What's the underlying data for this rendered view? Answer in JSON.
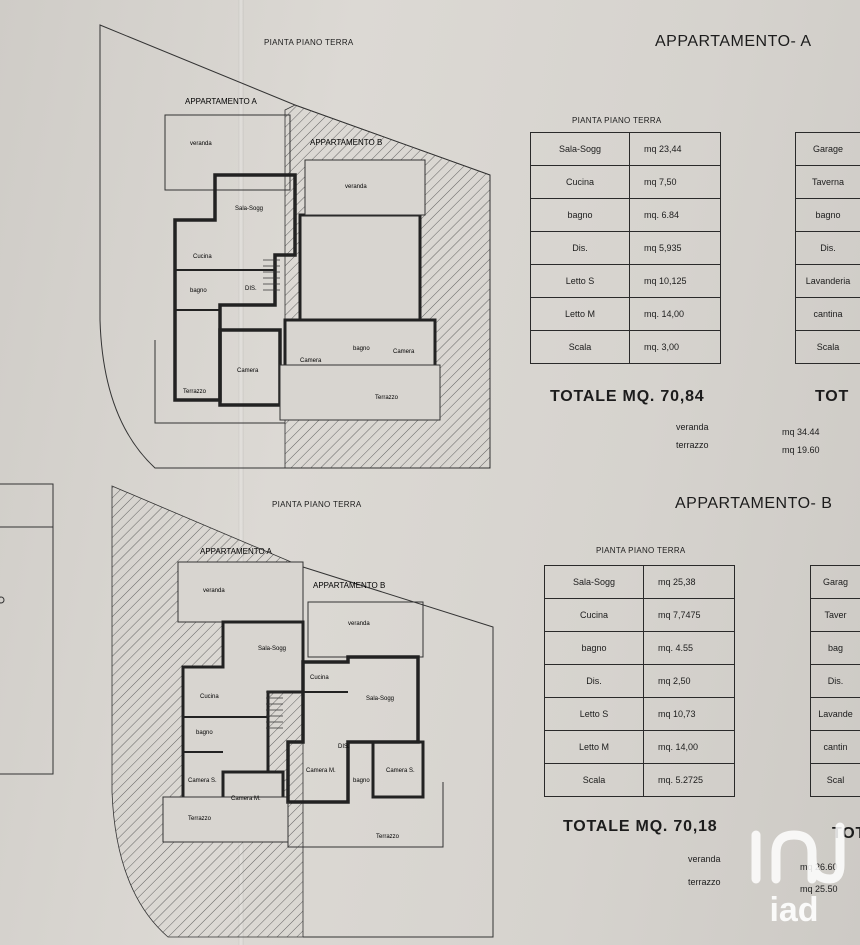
{
  "apartment_a": {
    "title": "APPARTAMENTO- A",
    "plan_caption": "PIANTA PIANO TERRA",
    "table_caption": "PIANTA PIANO TERRA",
    "drawing": {
      "label_a": "APPARTAMENTO A",
      "label_b": "APPARTAMENTO B",
      "rooms": [
        "veranda",
        "Sala-Sogg",
        "Cucina",
        "bagno",
        "DIS.",
        "Camera",
        "Terrazzo",
        "veranda",
        "Camera",
        "bagno",
        "Camera",
        "Terrazzo"
      ]
    },
    "rows": [
      {
        "room": "Sala-Sogg",
        "value": "mq 23,44"
      },
      {
        "room": "Cucina",
        "value": "mq 7,50"
      },
      {
        "room": "bagno",
        "value": "mq. 6.84"
      },
      {
        "room": "Dis.",
        "value": "mq 5,935"
      },
      {
        "room": "Letto S",
        "value": "mq 10,125"
      },
      {
        "room": "Letto M",
        "value": "mq. 14,00"
      },
      {
        "room": "Scala",
        "value": "mq. 3,00"
      }
    ],
    "total": "TOTALE MQ. 70,84",
    "veranda_label": "veranda",
    "terrazzo_label": "terrazzo",
    "veranda_value": "mq 34.44",
    "terrazzo_value": "mq 19.60",
    "side_rows": [
      "Garage",
      "Taverna",
      "bagno",
      "Dis.",
      "Lavanderia",
      "cantina",
      "Scala"
    ],
    "side_total": "TOT"
  },
  "apartment_b": {
    "title": "APPARTAMENTO- B",
    "plan_caption": "PIANTA PIANO TERRA",
    "table_caption": "PIANTA PIANO TERRA",
    "drawing": {
      "label_a": "APPARTAMENTO A",
      "label_b": "APPARTAMENTO B",
      "rooms": [
        "veranda",
        "Sala-Sogg",
        "Cucina",
        "bagno",
        "Camera S.",
        "Camera M.",
        "Terrazzo",
        "veranda",
        "Cucina",
        "Sala-Sogg",
        "DIS.",
        "Camera M.",
        "bagno",
        "Camera S.",
        "Terrazzo"
      ]
    },
    "rows": [
      {
        "room": "Sala-Sogg",
        "value": "mq 25,38"
      },
      {
        "room": "Cucina",
        "value": "mq 7,7475"
      },
      {
        "room": "bagno",
        "value": "mq. 4.55"
      },
      {
        "room": "Dis.",
        "value": "mq 2,50"
      },
      {
        "room": "Letto S",
        "value": "mq 10,73"
      },
      {
        "room": "Letto M",
        "value": "mq. 14,00"
      },
      {
        "room": "Scala",
        "value": "mq. 5.2725"
      }
    ],
    "total": "TOTALE MQ. 70,18",
    "veranda_label": "veranda",
    "terrazzo_label": "terrazzo",
    "veranda_value": "mq 26.60",
    "terrazzo_value": "mq 25.50",
    "side_rows": [
      "Garag",
      "Taver",
      "bag",
      "Dis.",
      "Lavande",
      "cantin",
      "Scal"
    ],
    "side_total": "TOT"
  },
  "watermark": {
    "text": "iad",
    "color": "#ffffff"
  },
  "colors": {
    "ink": "#1c1c1c",
    "paper": "#d8d5d0",
    "hatch": "#555555"
  }
}
